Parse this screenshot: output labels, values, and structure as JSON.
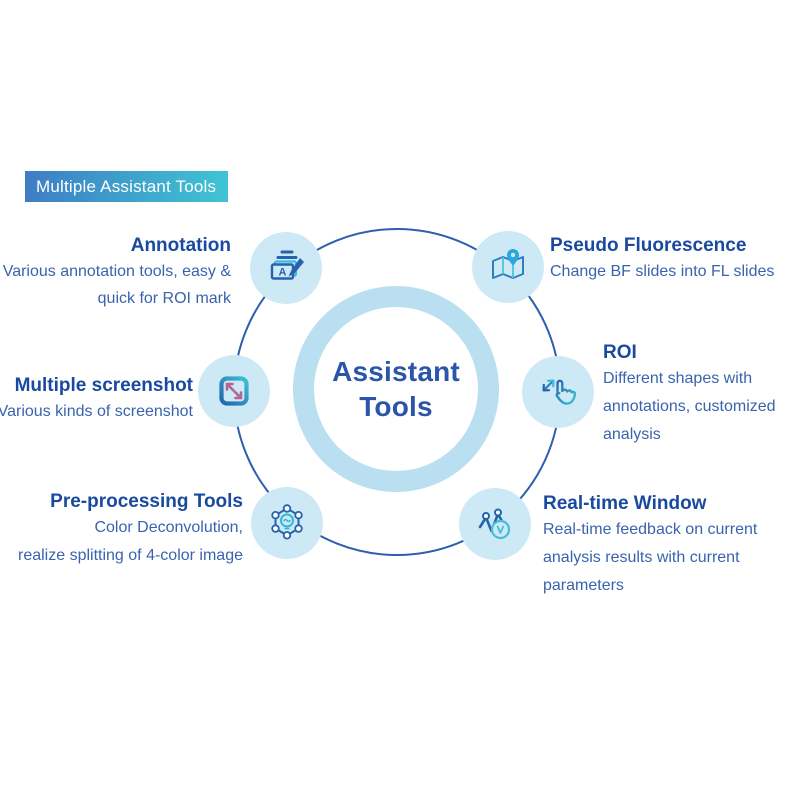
{
  "badge": {
    "label": "Multiple Assistant Tools",
    "gradient_start": "#3e7dc4",
    "gradient_end": "#3fc4d4",
    "text_color": "#ffffff"
  },
  "center": {
    "line1": "Assistant",
    "line2": "Tools",
    "ring_color": "#b9dff1",
    "text_color": "#2b55a8"
  },
  "colors": {
    "title_text": "#1a4aa0",
    "description_text": "#3a63ae",
    "connector_circle": "#2e5fad",
    "node_fill": "#cde9f5",
    "icon_blue": "#2563ad",
    "icon_teal": "#3bbcd9",
    "icon_pink": "#b4639c"
  },
  "tools": [
    {
      "title": "Annotation",
      "icon": "annotation-icon",
      "lines": [
        "Various annotation tools, easy &",
        "quick for ROI mark"
      ]
    },
    {
      "title": "Pseudo Fluorescence",
      "icon": "map-pin-icon",
      "lines": [
        "Change BF slides into FL slides"
      ]
    },
    {
      "title": "Multiple screenshot",
      "icon": "screenshot-expand-icon",
      "lines": [
        "Various kinds of screenshot"
      ]
    },
    {
      "title": "ROI",
      "icon": "hand-select-icon",
      "lines": [
        "Different shapes with",
        "annotations, customized",
        "analysis"
      ]
    },
    {
      "title": "Pre-processing Tools",
      "icon": "hexagon-bulb-icon",
      "lines": [
        "Color Deconvolution,",
        "realize splitting of 4-color image"
      ]
    },
    {
      "title": "Real-time Window",
      "icon": "realtime-chart-icon",
      "lines": [
        "Real-time feedback on current",
        "analysis results with current",
        "parameters"
      ]
    }
  ]
}
